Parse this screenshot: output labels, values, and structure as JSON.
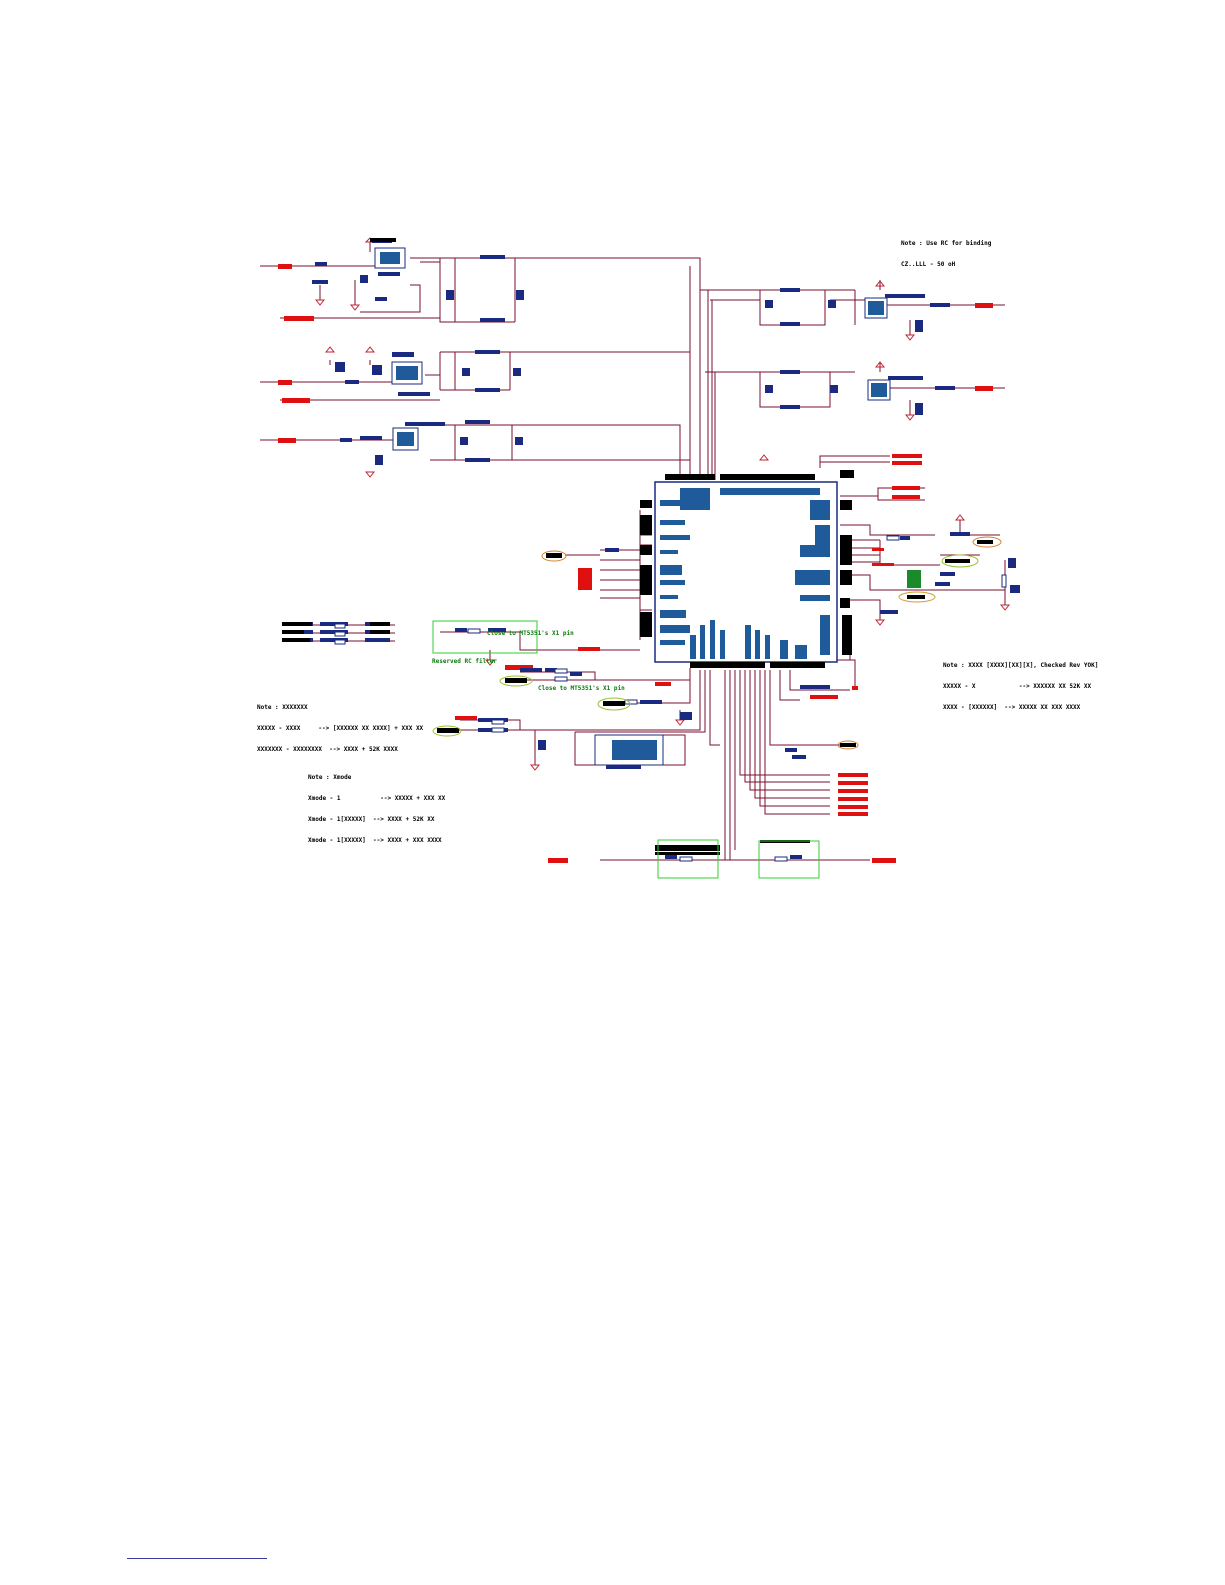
{
  "notes": {
    "top_right": [
      "Note : Use RC for binding",
      "CZ..LLL - 50 oH"
    ],
    "right_mid": [
      "Note : XXXX [XXXX][XX][X], Checked Rev YOK]",
      "XXXXX - X            --> XXXXXX XX 52K XX",
      "XXXX - [XXXXXX]  --> XXXXX XX XXX XXXX"
    ],
    "left_mid": [
      "Note : XXXXXXX",
      "XXXXX - XXXX     --> [XXXXXX XX XXXX] + XXX XX",
      "XXXXXXX - XXXXXXXX  --> XXXX + 52K XXXX"
    ],
    "left_low": [
      "Note : Xmode",
      "Xmode - 1           --> XXXXX + XXX XX",
      "Xmode - 1[XXXXX]  --> XXXX + 52K XX",
      "Xmode - 1[XXXXX]  --> XXXX + XXX XXXX"
    ]
  },
  "green_labels": {
    "close_xtal_1": "Close to MT5351's X1 pin",
    "reserved_filter": "Reserved RC filter",
    "close_xtal_2": "Close to MT5351's X1 pin"
  },
  "colors": {
    "wire": "#7a1030",
    "component": "#1a2a80",
    "ic_fill": "#1f5a9a",
    "net_label": "#e01010",
    "outline_green": "#33cc33",
    "black_pad": "#000000"
  }
}
